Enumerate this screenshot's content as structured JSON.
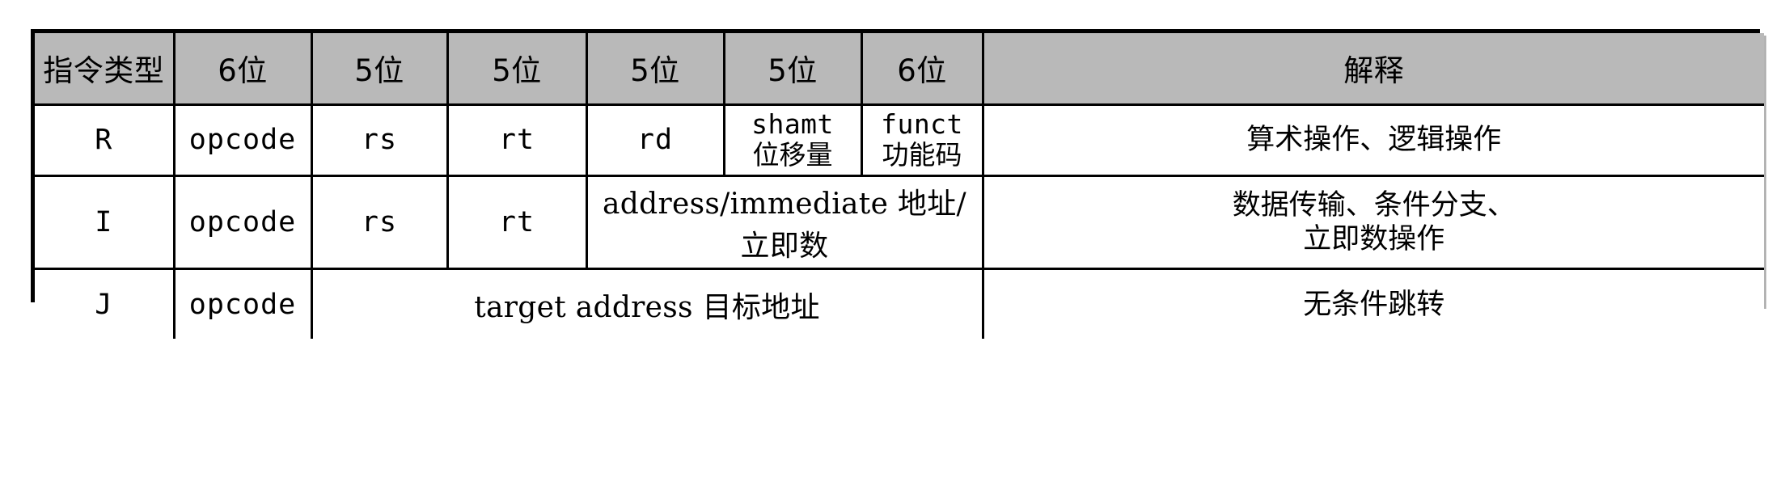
{
  "table": {
    "headers": [
      "指令类型",
      "6位",
      "5位",
      "5位",
      "5位",
      "5位",
      "6位",
      "解释"
    ],
    "rows": [
      {
        "type": "R",
        "opcode": "opcode",
        "rs": "rs",
        "rt": "rt",
        "rd": "rd",
        "shamt_line1": "shamt",
        "shamt_line2": "位移量",
        "funct_line1": "funct",
        "funct_line2": "功能码",
        "explanation_line1": "算术操作、逻辑操作",
        "explanation_line2": ""
      },
      {
        "type": "I",
        "opcode": "opcode",
        "rs": "rs",
        "rt": "rt",
        "immediate": "address/immediate 地址/立即数",
        "explanation_line1": "数据传输、条件分支、",
        "explanation_line2": "立即数操作"
      },
      {
        "type": "J",
        "opcode": "opcode",
        "target": "target address 目标地址",
        "explanation_line1": "无条件跳转",
        "explanation_line2": ""
      }
    ]
  },
  "colors": {
    "header_background": "#b9b9b9",
    "border": "#000000",
    "cell_background": "#ffffff",
    "shadow": "#b3b3b3",
    "text": "#000000"
  }
}
